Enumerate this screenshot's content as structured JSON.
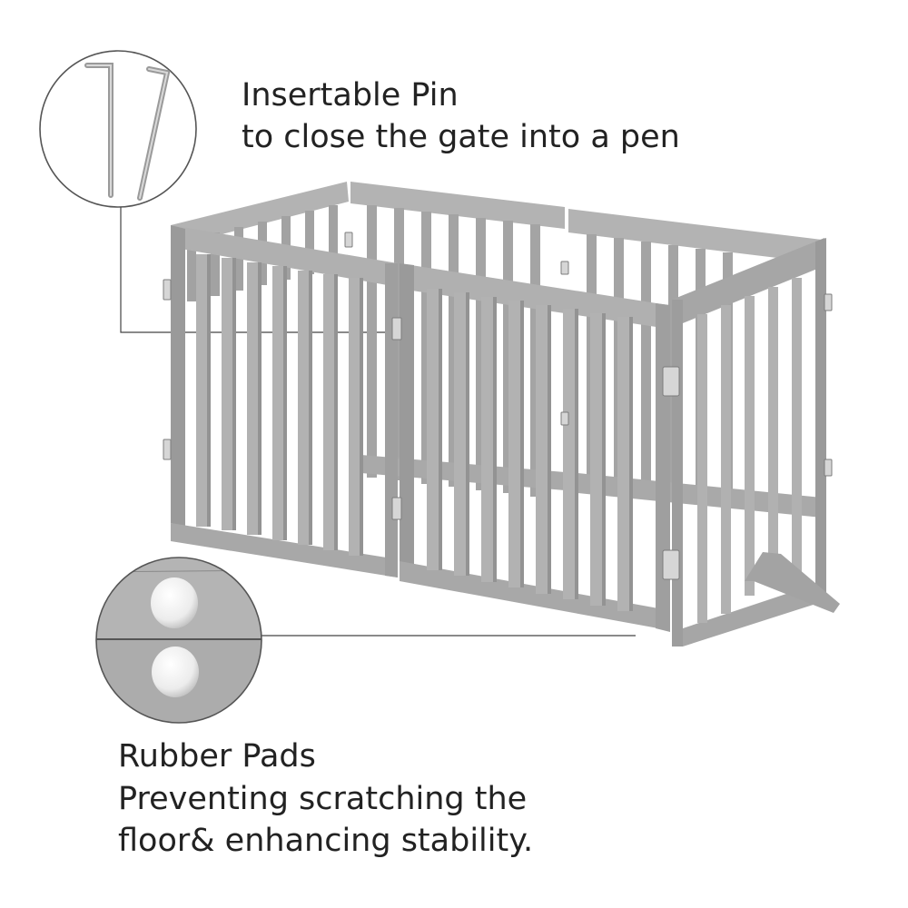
{
  "pin_callout": {
    "title": "Insertable Pin",
    "subtitle": "to close the gate into a pen"
  },
  "pad_callout": {
    "title": "Rubber Pads",
    "line1": "Preventing scratching the",
    "line2": "floor& enhancing stability."
  },
  "colors": {
    "panel": "#a8a8a8",
    "panel_shadow": "#8f8f8f",
    "panel_dark": "#7a7a7a",
    "hinge": "#d8d8d8",
    "pad": "#f2f2f2",
    "text": "#222222",
    "line": "#444444"
  },
  "icons": [
    "pin-icon",
    "rubber-pad-icon",
    "hinge-icon"
  ]
}
